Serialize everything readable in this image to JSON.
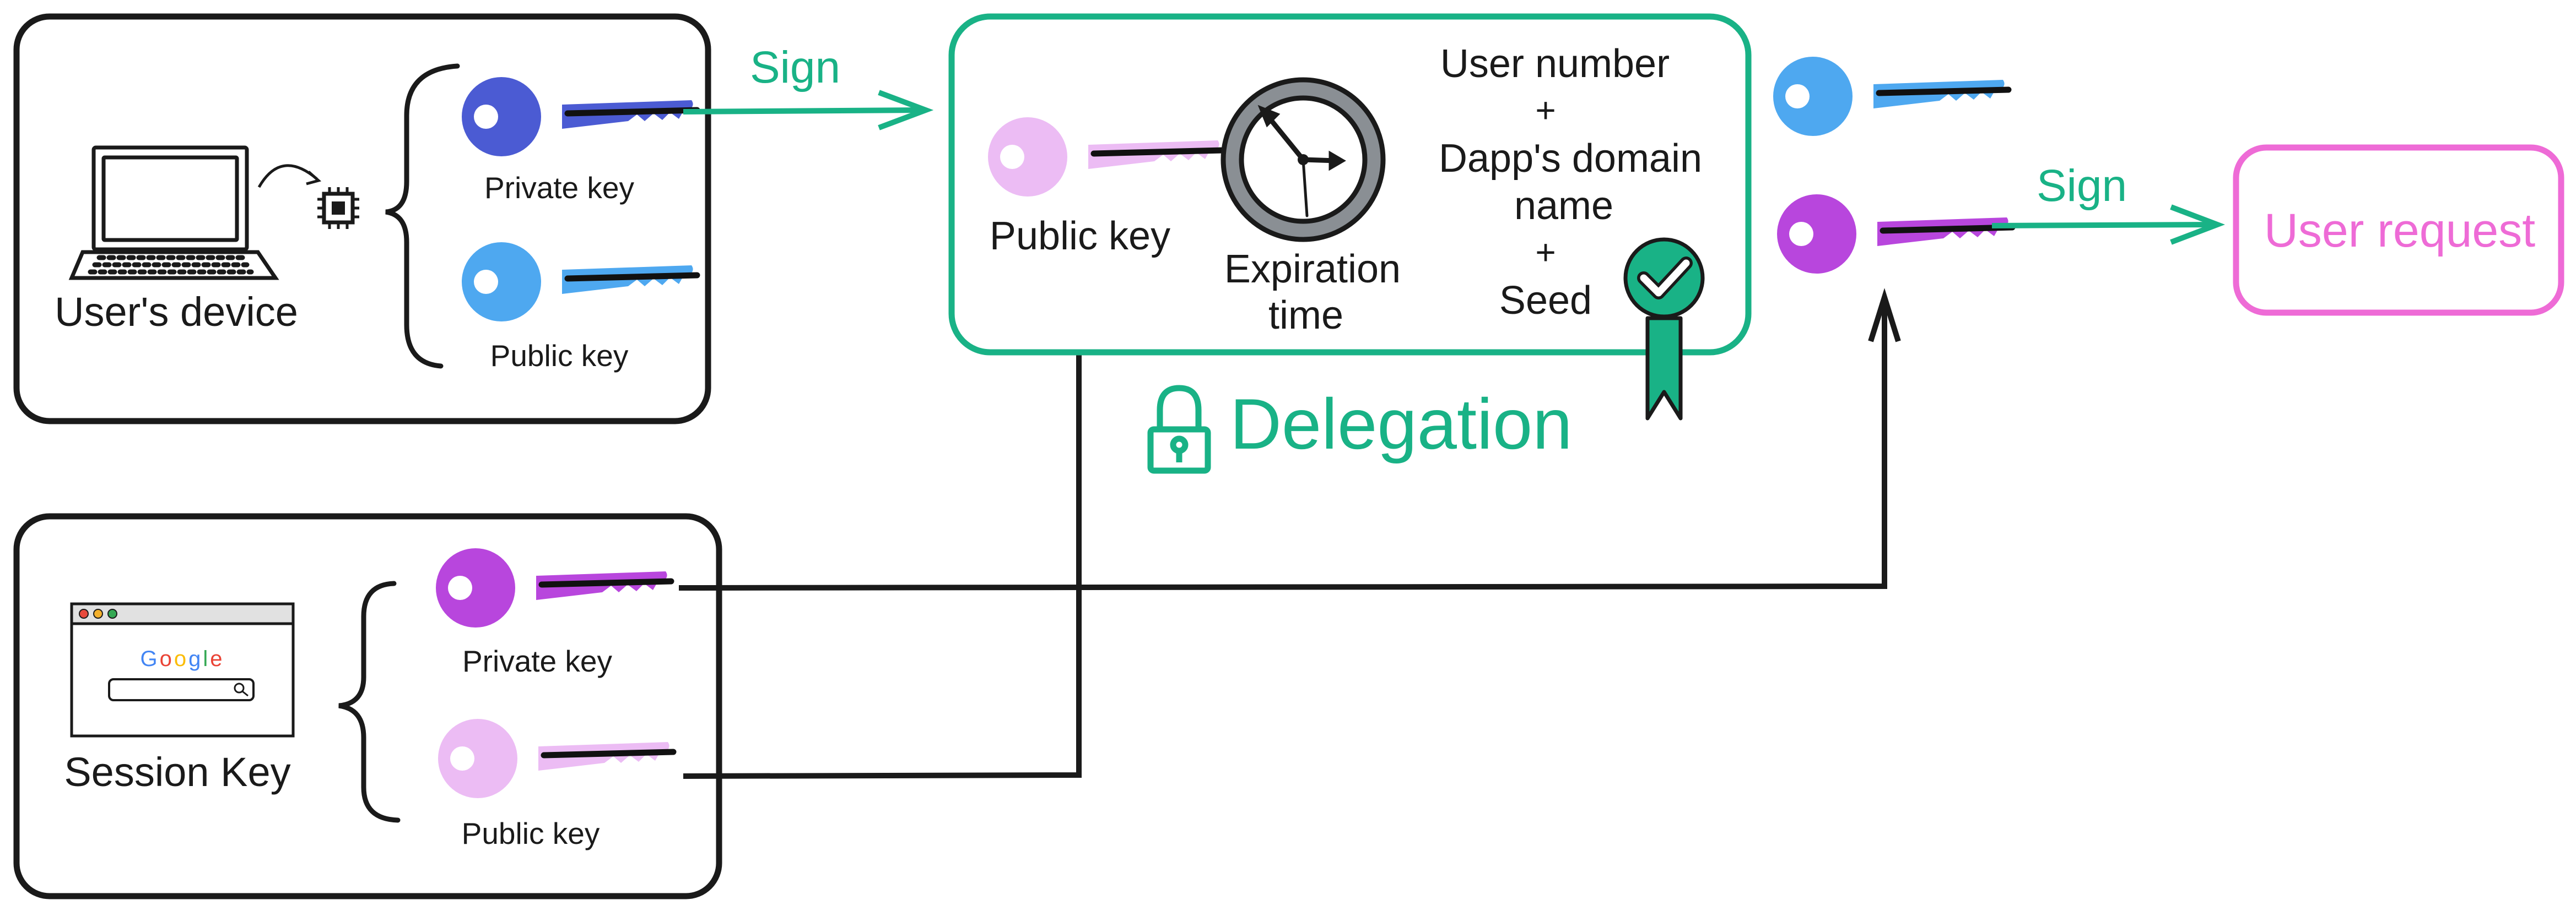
{
  "colors": {
    "outline": "#1a1a1a",
    "green": "#19b286",
    "pink": "#ee6bd6",
    "blue_key": "#4ea8f0",
    "indigo_key": "#4b5bd3",
    "purple_key": "#b846dd",
    "lilac_key": "#ecbcf4"
  },
  "users_device": {
    "label": "User's device",
    "private_key_label": "Private key",
    "public_key_label": "Public key",
    "icons": [
      "laptop-icon",
      "chip-icon",
      "key-icon"
    ]
  },
  "session_key": {
    "label": "Session Key",
    "private_key_label": "Private key",
    "public_key_label": "Public key",
    "browser": {
      "logo_text": "Google",
      "icons": [
        "browser-window-icon",
        "search-icon"
      ]
    }
  },
  "delegation": {
    "title": "Delegation",
    "public_key_label": "Public key",
    "expiration_label_line1": "Expiration",
    "expiration_label_line2": "time",
    "content_lines": [
      "User number",
      "+",
      "Dapp's domain",
      "name",
      "+",
      "Seed"
    ],
    "icons": [
      "lock-icon",
      "clock-icon",
      "certificate-badge-icon"
    ]
  },
  "sign_label_1": "Sign",
  "sign_label_2": "Sign",
  "user_request_label": "User request"
}
